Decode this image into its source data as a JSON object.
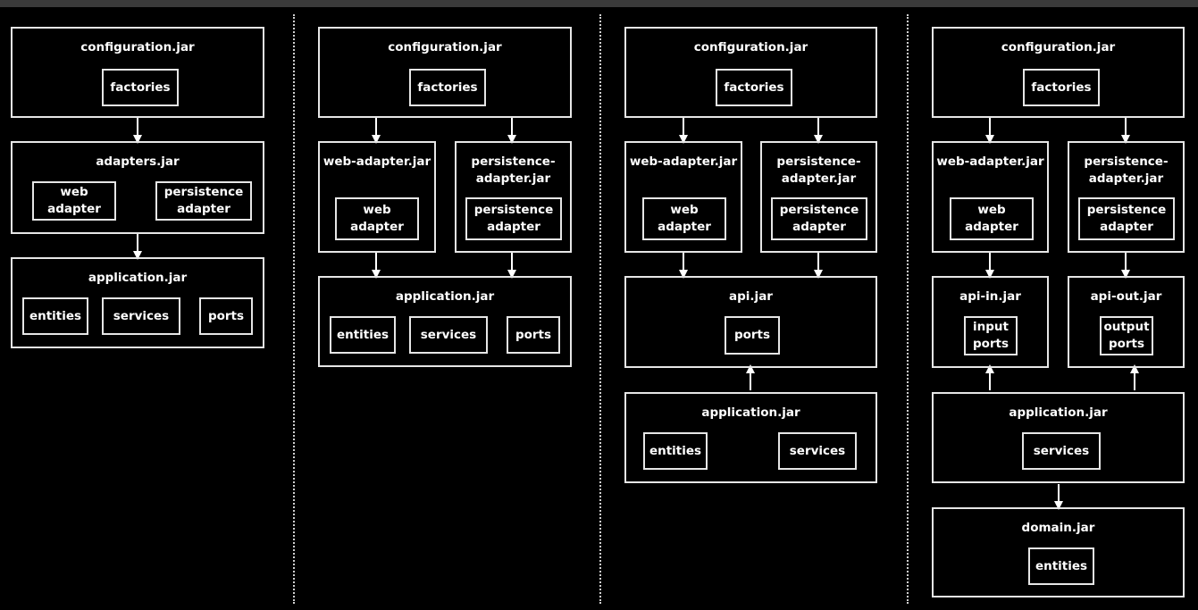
{
  "diagrams": [
    {
      "configuration": {
        "title": "configuration.jar",
        "factories": "factories"
      },
      "adapters": {
        "title": "adapters.jar",
        "web_line1": "web",
        "web_line2": "adapter",
        "persistence_line1": "persistence",
        "persistence_line2": "adapter"
      },
      "application": {
        "title": "application.jar",
        "entities": "entities",
        "services": "services",
        "ports": "ports"
      }
    },
    {
      "configuration": {
        "title": "configuration.jar",
        "factories": "factories"
      },
      "web_adapter": {
        "title": "web-adapter.jar",
        "inner_line1": "web",
        "inner_line2": "adapter"
      },
      "persistence_adapter": {
        "title_line1": "persistence-",
        "title_line2": "adapter.jar",
        "inner_line1": "persistence",
        "inner_line2": "adapter"
      },
      "application": {
        "title": "application.jar",
        "entities": "entities",
        "services": "services",
        "ports": "ports"
      }
    },
    {
      "configuration": {
        "title": "configuration.jar",
        "factories": "factories"
      },
      "web_adapter": {
        "title": "web-adapter.jar",
        "inner_line1": "web",
        "inner_line2": "adapter"
      },
      "persistence_adapter": {
        "title_line1": "persistence-",
        "title_line2": "adapter.jar",
        "inner_line1": "persistence",
        "inner_line2": "adapter"
      },
      "api": {
        "title": "api.jar",
        "ports": "ports"
      },
      "application": {
        "title": "application.jar",
        "entities": "entities",
        "services": "services"
      }
    },
    {
      "configuration": {
        "title": "configuration.jar",
        "factories": "factories"
      },
      "web_adapter": {
        "title": "web-adapter.jar",
        "inner_line1": "web",
        "inner_line2": "adapter"
      },
      "persistence_adapter": {
        "title_line1": "persistence-",
        "title_line2": "adapter.jar",
        "inner_line1": "persistence",
        "inner_line2": "adapter"
      },
      "api_in": {
        "title": "api-in.jar",
        "inner_line1": "input",
        "inner_line2": "ports"
      },
      "api_out": {
        "title": "api-out.jar",
        "inner_line1": "output",
        "inner_line2": "ports"
      },
      "application": {
        "title": "application.jar",
        "services": "services"
      },
      "domain": {
        "title": "domain.jar",
        "entities": "entities"
      }
    }
  ]
}
